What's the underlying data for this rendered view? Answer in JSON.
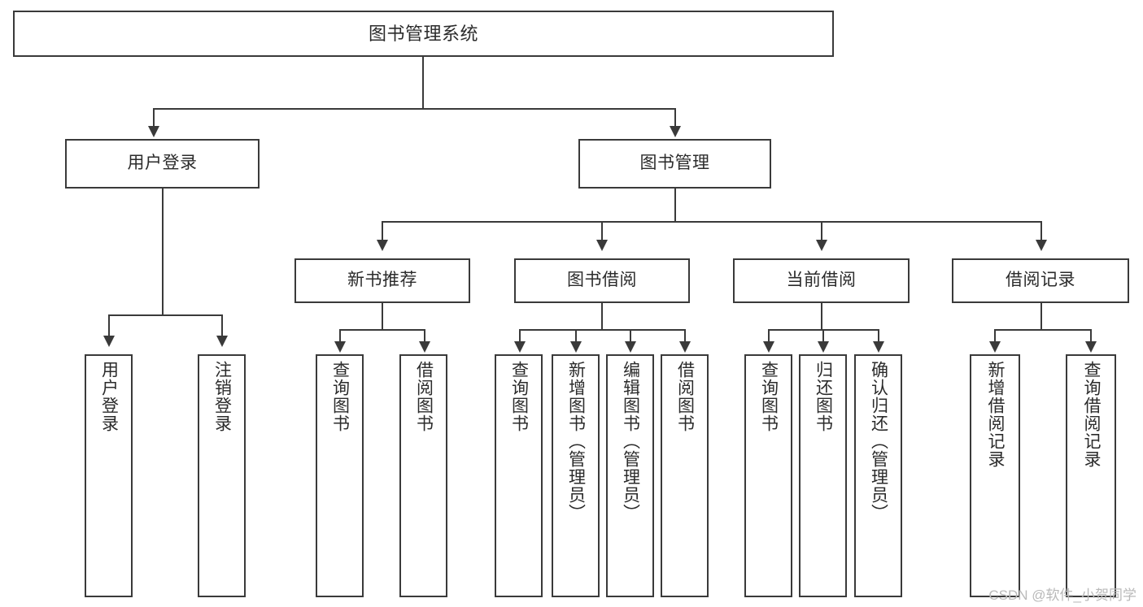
{
  "diagram": {
    "title": "图书管理系统",
    "type": "tree-hierarchy",
    "watermark": "CSDN @软件_小贺同学",
    "colors": {
      "stroke": "#3a3a3a",
      "fill": "#ffffff",
      "text": "#2b2b2b",
      "watermark": "#b9b9b9"
    }
  },
  "root": {
    "label": "图书管理系统"
  },
  "level1": [
    {
      "label": "用户登录"
    },
    {
      "label": "图书管理"
    }
  ],
  "level2": [
    {
      "label": "新书推荐"
    },
    {
      "label": "图书借阅"
    },
    {
      "label": "当前借阅"
    },
    {
      "label": "借阅记录"
    }
  ],
  "leaves": {
    "user_login": [
      {
        "label": "用户登录"
      },
      {
        "label": "注销登录"
      }
    ],
    "new_book_recommend": [
      {
        "label": "查询图书"
      },
      {
        "label": "借阅图书"
      }
    ],
    "book_borrow": [
      {
        "label": "查询图书"
      },
      {
        "label": "新增图书（管理员）"
      },
      {
        "label": "编辑图书（管理员）"
      },
      {
        "label": "借阅图书"
      }
    ],
    "current_borrow": [
      {
        "label": "查询图书"
      },
      {
        "label": "归还图书"
      },
      {
        "label": "确认归还（管理员）"
      }
    ],
    "borrow_record": [
      {
        "label": "新增借阅记录"
      },
      {
        "label": "查询借阅记录"
      }
    ]
  }
}
